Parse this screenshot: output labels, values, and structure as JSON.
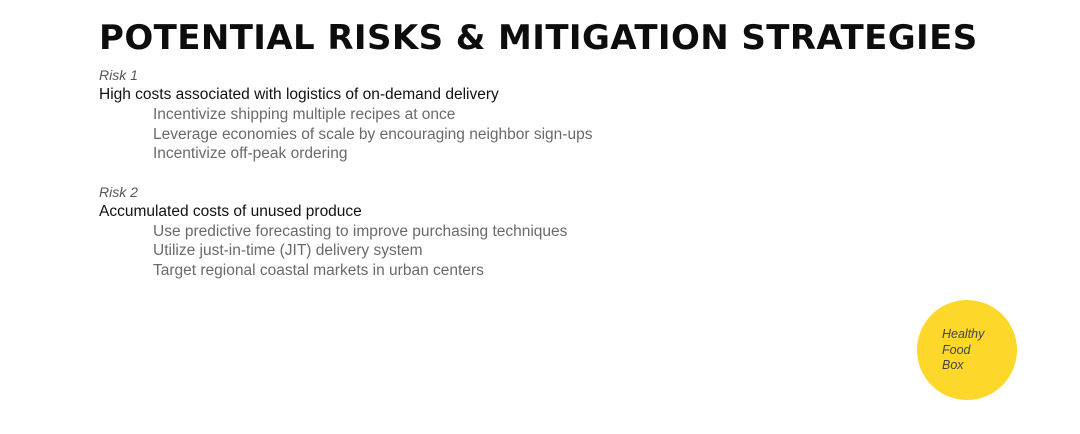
{
  "title": "POTENTIAL RISKS & MITIGATION STRATEGIES",
  "risks": [
    {
      "label": "Risk 1",
      "heading": "High costs associated with logistics of on-demand delivery",
      "strategies": [
        "Incentivize shipping multiple recipes at once",
        "Leverage economies of scale by encouraging neighbor sign-ups",
        "Incentivize off-peak ordering"
      ]
    },
    {
      "label": "Risk 2",
      "heading": "Accumulated costs of unused produce",
      "strategies": [
        "Use predictive forecasting to improve purchasing techniques",
        "Utilize just-in-time (JIT) delivery system",
        "Target regional coastal markets in urban centers"
      ]
    }
  ],
  "logo": {
    "lines": [
      "Healthy",
      "Food",
      "Box"
    ],
    "color": "#fdd72a"
  }
}
